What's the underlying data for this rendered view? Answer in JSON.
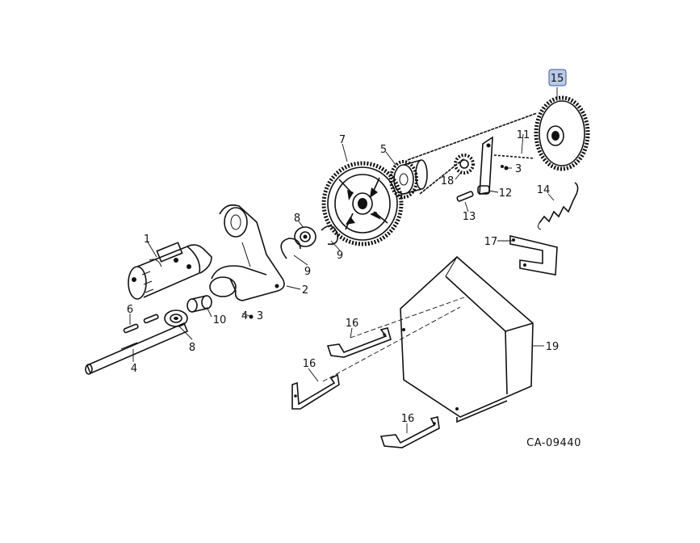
{
  "diagram": {
    "code": "CA-09440",
    "highlighted": "15",
    "callouts": {
      "c1": "1",
      "c2": "2",
      "c3a": "3",
      "c3b": "3",
      "c4a": "4",
      "c4b": "4",
      "c5": "5",
      "c6": "6",
      "c7": "7",
      "c8a": "8",
      "c8b": "8",
      "c9a": "9",
      "c9b": "9",
      "c10": "10",
      "c11": "11",
      "c12": "12",
      "c13": "13",
      "c14": "14",
      "c15": "15",
      "c16a": "16",
      "c16b": "16",
      "c16c": "16",
      "c17": "17",
      "c18": "18",
      "c19": "19"
    }
  }
}
